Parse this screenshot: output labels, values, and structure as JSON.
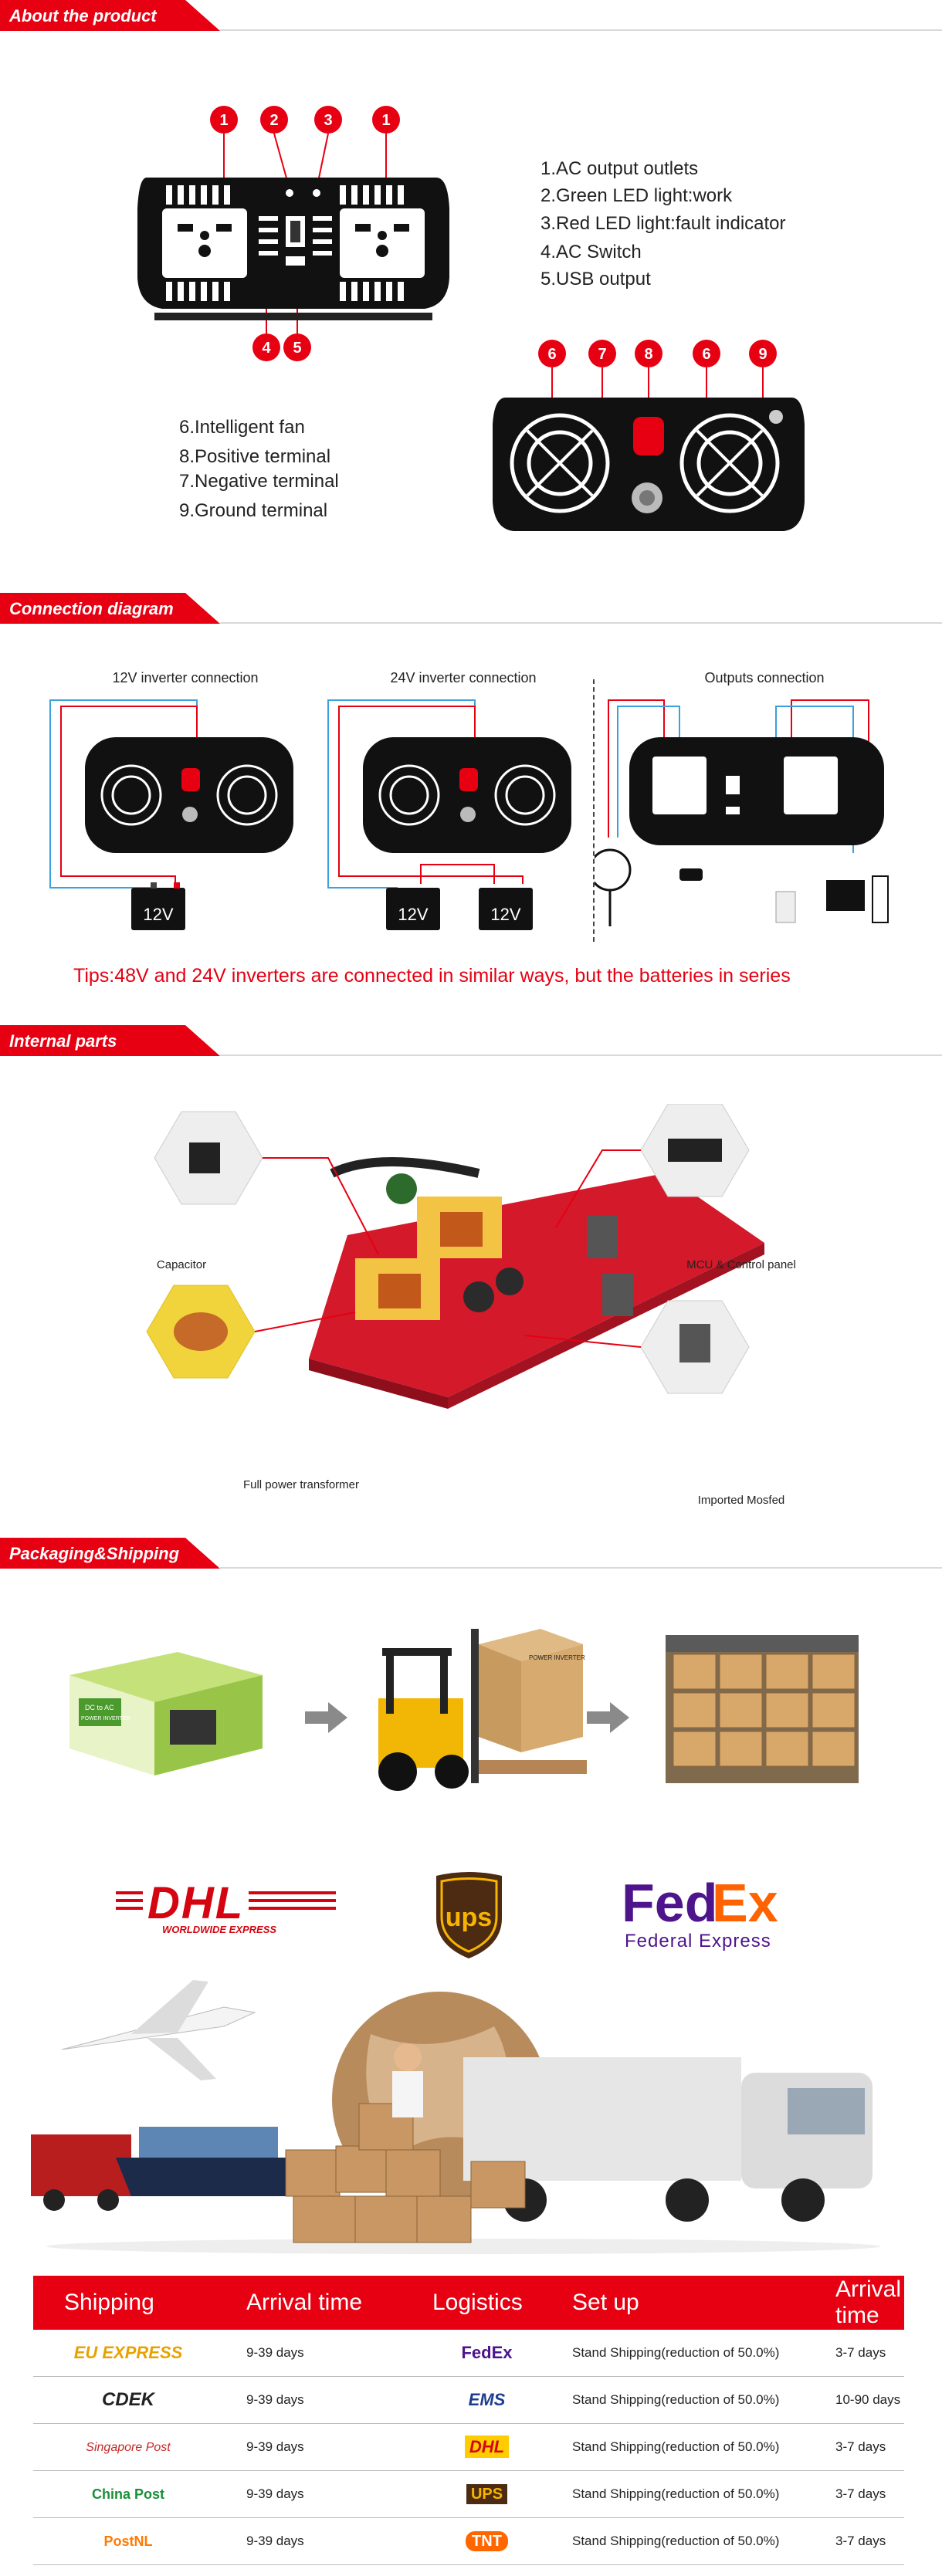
{
  "sections": {
    "about": "About the product",
    "connection": "Connection diagram",
    "internal": "Internal parts",
    "packaging": "Packaging&Shipping"
  },
  "about": {
    "front_labels": [
      "1.AC output outlets",
      "2.Green LED light:work",
      "3.Red LED light:fault indicator",
      "4.AC Switch",
      "5.USB output"
    ],
    "back_labels": [
      "6.Intelligent fan",
      "8.Positive terminal",
      "7.Negative terminal",
      "9.Ground terminal"
    ],
    "badges_front_top": [
      "1",
      "2",
      "3",
      "1"
    ],
    "badges_front_bottom": [
      "4",
      "5"
    ],
    "badges_back": [
      "6",
      "7",
      "8",
      "6",
      "9"
    ]
  },
  "connection": {
    "titles": [
      "12V inverter connection",
      "24V inverter connection",
      "Outputs connection"
    ],
    "battery_label": "12V",
    "tip": "Tips:48V and 24V inverters are connected in similar ways, but the batteries in series"
  },
  "internal": {
    "capacitor": "Capacitor",
    "mcu": "MCU & Control panel",
    "transformer": "Full power transformer",
    "mosfet": "Imported Mosfed"
  },
  "packaging": {
    "box_lines": [
      "DC to AC",
      "POWER INVERTER"
    ],
    "carton_text": "POWER INVERTER",
    "dhl": "DHL",
    "dhl_sub": "WORLDWIDE EXPRESS",
    "ups": "ups",
    "fedex_fed": "Fed",
    "fedex_ex": "Ex",
    "fedex_sub": "Federal Express"
  },
  "shipping_table": {
    "headers": [
      "Shipping",
      "Arrival time",
      "Logistics",
      "Set up",
      "Arrival time"
    ],
    "rows": [
      {
        "carrier": "EU EXPRESS",
        "arrival": "9-39 days",
        "logistics": "FedEx",
        "setup": "Stand Shipping(reduction of 50.0%)",
        "arrival2": "3-7 days"
      },
      {
        "carrier": "CDEK",
        "arrival": "9-39 days",
        "logistics": "EMS",
        "setup": "Stand Shipping(reduction of 50.0%)",
        "arrival2": "10-90 days"
      },
      {
        "carrier": "Singapore Post",
        "arrival": "9-39 days",
        "logistics": "DHL",
        "setup": "Stand Shipping(reduction of 50.0%)",
        "arrival2": "3-7 days"
      },
      {
        "carrier": "China Post",
        "arrival": "9-39 days",
        "logistics": "UPS",
        "setup": "Stand Shipping(reduction of 50.0%)",
        "arrival2": "3-7 days"
      },
      {
        "carrier": "PostNL",
        "arrival": "9-39 days",
        "logistics": "TNT",
        "setup": "Stand Shipping(reduction of 50.0%)",
        "arrival2": "3-7 days"
      }
    ]
  }
}
